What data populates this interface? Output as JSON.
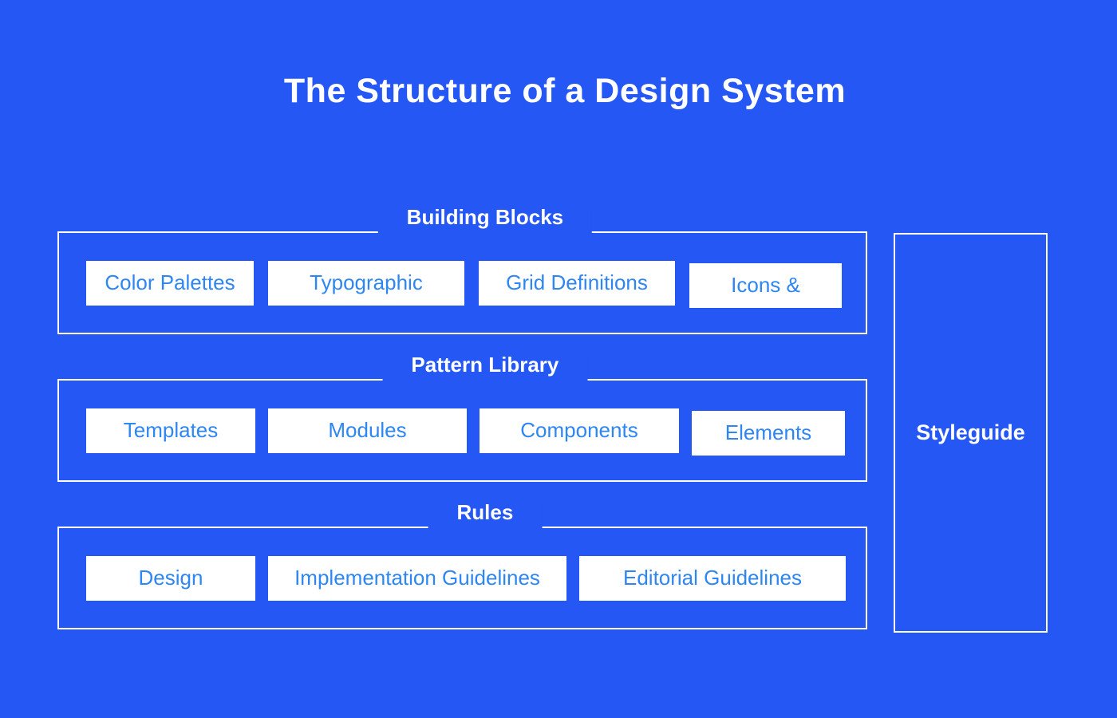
{
  "title": "The Structure of a Design System",
  "colors": {
    "background": "#2557F5",
    "line": "#FFFFFF",
    "box_text_blue": "#2D86F2"
  },
  "sections": [
    {
      "label": "Building Blocks",
      "items": [
        {
          "label": "Color Palettes"
        },
        {
          "label": "Typographic"
        },
        {
          "label": "Grid Definitions"
        },
        {
          "label": "Icons &"
        }
      ]
    },
    {
      "label": "Pattern Library",
      "items": [
        {
          "label": "Templates"
        },
        {
          "label": "Modules"
        },
        {
          "label": "Components"
        },
        {
          "label": "Elements"
        }
      ]
    },
    {
      "label": "Rules",
      "items": [
        {
          "label": "Design"
        },
        {
          "label": "Implementation Guidelines"
        },
        {
          "label": "Editorial Guidelines"
        }
      ]
    }
  ],
  "styleguide": {
    "label": "Styleguide"
  }
}
